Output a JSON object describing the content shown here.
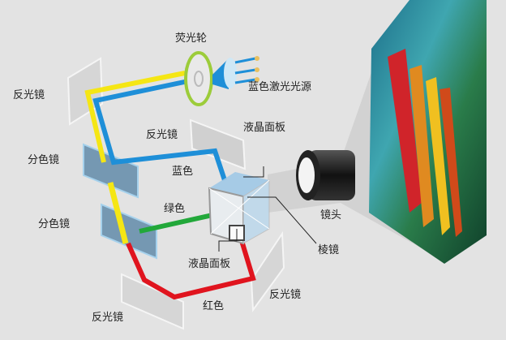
{
  "labels": {
    "phosphor_wheel": "荧光轮",
    "blue_laser_source": "蓝色激光光源",
    "mirror_top_left": "反光镜",
    "mirror_middle": "反光镜",
    "lcd_panel_top": "液晶面板",
    "dichroic_mirror_1": "分色镜",
    "blue": "蓝色",
    "green": "绿色",
    "dichroic_mirror_2": "分色镜",
    "lens": "镜头",
    "prism": "棱镜",
    "lcd_panel_bottom": "液晶面板",
    "mirror_bottom_left": "反光镜",
    "red": "红色",
    "mirror_bottom_right": "反光镜"
  },
  "colors": {
    "yellow_beam": "#f5e614",
    "blue_beam": "#1e8fd8",
    "green_beam": "#22a83a",
    "red_beam": "#e0141e",
    "wheel_ring": "#9ccc3a"
  }
}
